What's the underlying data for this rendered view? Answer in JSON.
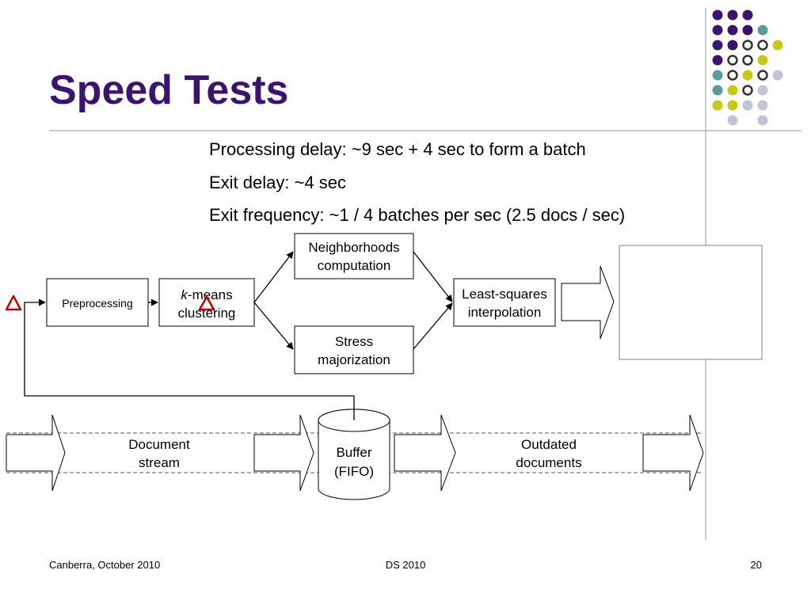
{
  "slide": {
    "title": "Speed Tests",
    "bullets": [
      "Processing delay: ~9 sec + 4 sec to form a batch",
      "Exit delay: ~4 sec",
      "Exit frequency: ~1 / 4 batches per sec (2.5 docs / sec)"
    ]
  },
  "diagram": {
    "preprocessing": "Preprocessing",
    "kmeans_k": "k",
    "kmeans_rest": "-means",
    "kmeans_line2": "clustering",
    "neighborhoods_line1": "Neighborhoods",
    "neighborhoods_line2": "computation",
    "stress_line1": "Stress",
    "stress_line2": "majorization",
    "lsq_line1": "Least-squares",
    "lsq_line2": "interpolation",
    "docstream_line1": "Document",
    "docstream_line2": "stream",
    "buffer_line1": "Buffer",
    "buffer_line2": "(FIFO)",
    "outdated_line1": "Outdated",
    "outdated_line2": "documents"
  },
  "footer": {
    "left": "Canberra, October 2010",
    "center": "DS 2010",
    "page": "20"
  },
  "colors": {
    "title": "#3b1470",
    "dot_purple": "#3b1470",
    "dot_teal": "#5b9a9a",
    "dot_yellow": "#c8c81a",
    "dot_gray": "#c0c4d6",
    "warning_red": "#c00000"
  }
}
